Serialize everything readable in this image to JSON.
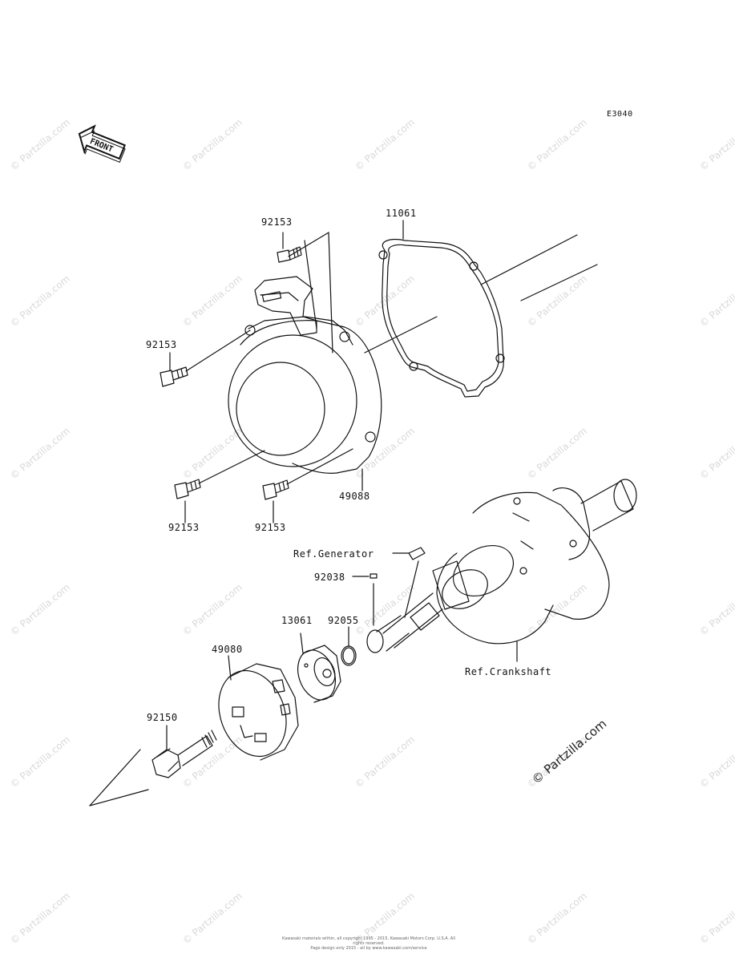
{
  "diagram_code": "E3040",
  "front_label": "FRONT",
  "watermark_text": "© Partzilla.com",
  "copyright": "© Partzilla.com",
  "footer_lines": [
    "Kawasaki materials within, all copyright 1995 - 2015, Kawasaki Motors Corp. U.S.A. All rights reserved.",
    "Page design only  2015 - all by www.kawasaki.com/service"
  ],
  "parts": {
    "p11061": "11061",
    "p92153_top": "92153",
    "p92153_left": "92153",
    "p92153_bl": "92153",
    "p92153_bm": "92153",
    "p49088": "49088",
    "ref_generator": "Ref.Generator",
    "p92038": "92038",
    "p13061": "13061",
    "p92055": "92055",
    "p49080": "49080",
    "p92150": "92150",
    "ref_crankshaft": "Ref.Crankshaft"
  },
  "colors": {
    "line": "#111111",
    "watermark": "#d9d9d9"
  }
}
